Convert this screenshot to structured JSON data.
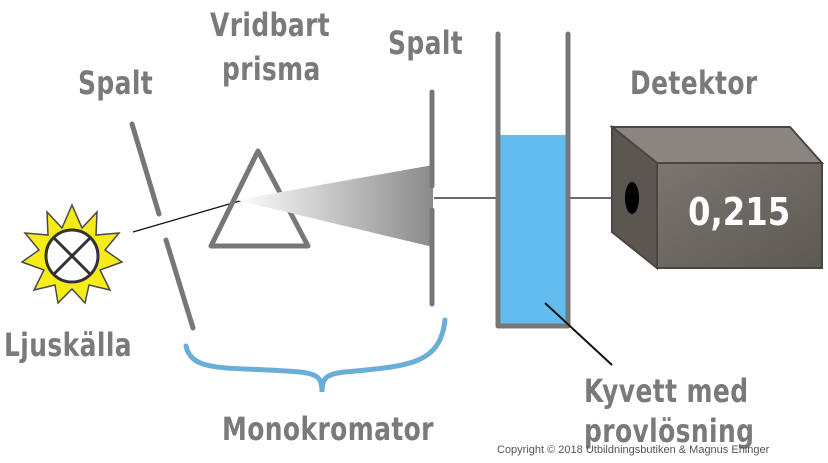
{
  "labels": {
    "spalt_left": "Spalt",
    "prism_line1": "Vridbart",
    "prism_line2": "prisma",
    "spalt_right": "Spalt",
    "detector": "Detektor",
    "light_source": "Ljuskälla",
    "monochromator": "Monokromator",
    "cuvette_line1": "Kyvett med",
    "cuvette_line2": "provlösning"
  },
  "detector_reading": "0,215",
  "copyright": "Copyright © 2018 Utbildningsbutiken & Magnus Ehinger",
  "colors": {
    "label_gray": "#7a7a7a",
    "slit_gray": "#777777",
    "sun_yellow": "#f5ec1a",
    "solution_blue": "#62bcf0",
    "brace_blue": "#6aaed8",
    "detector_brown": "#6f6a63"
  }
}
